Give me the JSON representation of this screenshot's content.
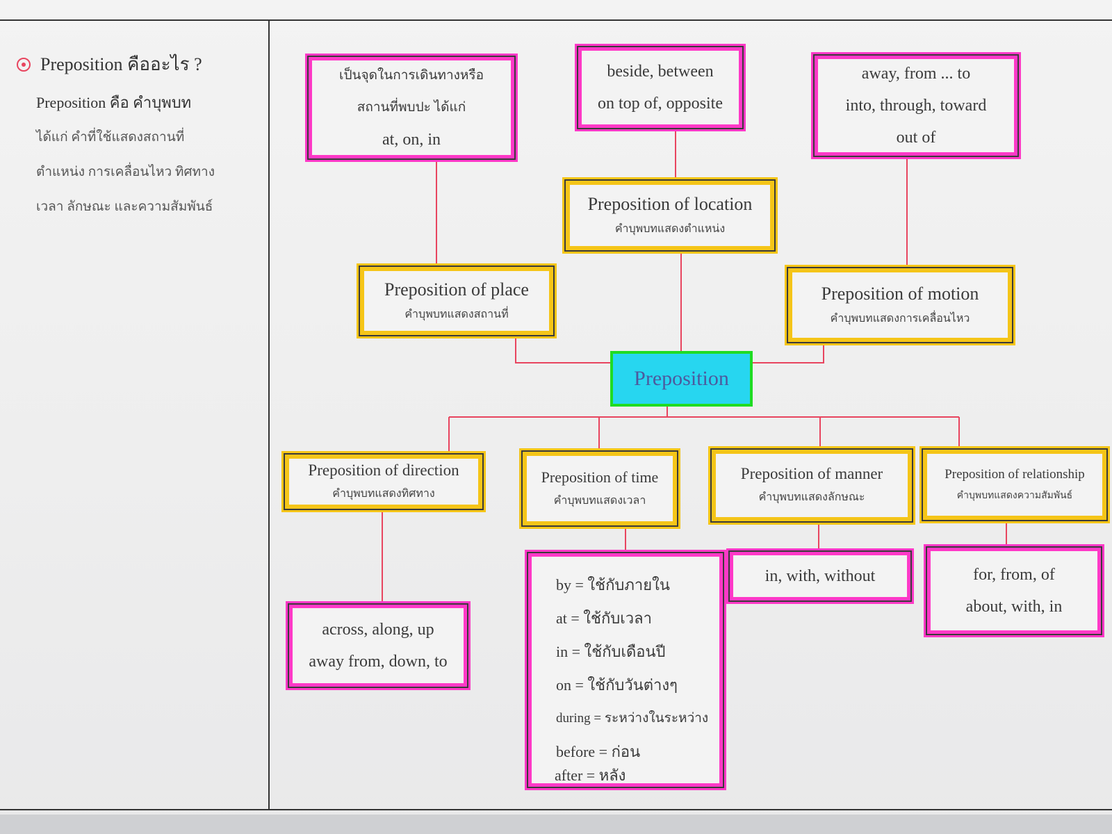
{
  "note": {
    "question": "Preposition คืออะไร ?",
    "lines": [
      "Preposition คือ คำบุพบท",
      "ได้แก่ คำที่ใช้แสดงสถานที่",
      "ตำแหน่ง การเคลื่อนไหว ทิศทาง",
      "เวลา ลักษณะ และความสัมพันธ์"
    ]
  },
  "center": {
    "label": "Preposition"
  },
  "branches": {
    "place": {
      "title": "Preposition of place",
      "subtitle": "คำบุพบทแสดงสถานที่"
    },
    "location": {
      "title": "Preposition of location",
      "subtitle": "คำบุพบทแสดงตำแหน่ง"
    },
    "motion": {
      "title": "Preposition of motion",
      "subtitle": "คำบุพบทแสดงการเคลื่อนไหว"
    },
    "direction": {
      "title": "Preposition of direction",
      "subtitle": "คำบุพบทแสดงทิศทาง"
    },
    "time": {
      "title": "Preposition of time",
      "subtitle": "คำบุพบทแสดงเวลา"
    },
    "manner": {
      "title": "Preposition of manner",
      "subtitle": "คำบุพบทแสดงลักษณะ"
    },
    "relationship": {
      "title": "Preposition of relationship",
      "subtitle": "คำบุพบทแสดงความสัมพันธ์"
    }
  },
  "examples": {
    "place": [
      "เป็นจุดในการเดินทางหรือ",
      "สถานที่พบปะ ได้แก่",
      "at, on, in"
    ],
    "location": [
      "beside, between",
      "on top of, opposite"
    ],
    "motion": [
      "away, from ... to",
      "into, through, toward",
      "out of"
    ],
    "direction": [
      "across, along, up",
      "away from, down, to"
    ],
    "time": [
      "by = ใช้กับภายใน",
      "at = ใช้กับเวลา",
      "in = ใช้กับเดือนปี",
      "on = ใช้กับวันต่างๆ",
      "during = ระหว่างในระหว่าง",
      "before = ก่อน",
      "after = หลัง"
    ],
    "manner": [
      "in, with, without"
    ],
    "relationship": [
      "for, from, of",
      "about, with, in"
    ]
  },
  "colors": {
    "paper": "#efefef",
    "yellow_highlight": "#f5c518",
    "pink_highlight": "#ff39c7",
    "center_fill": "#27d6f0",
    "center_border": "#1fdc23",
    "connector": "#e8455f"
  }
}
